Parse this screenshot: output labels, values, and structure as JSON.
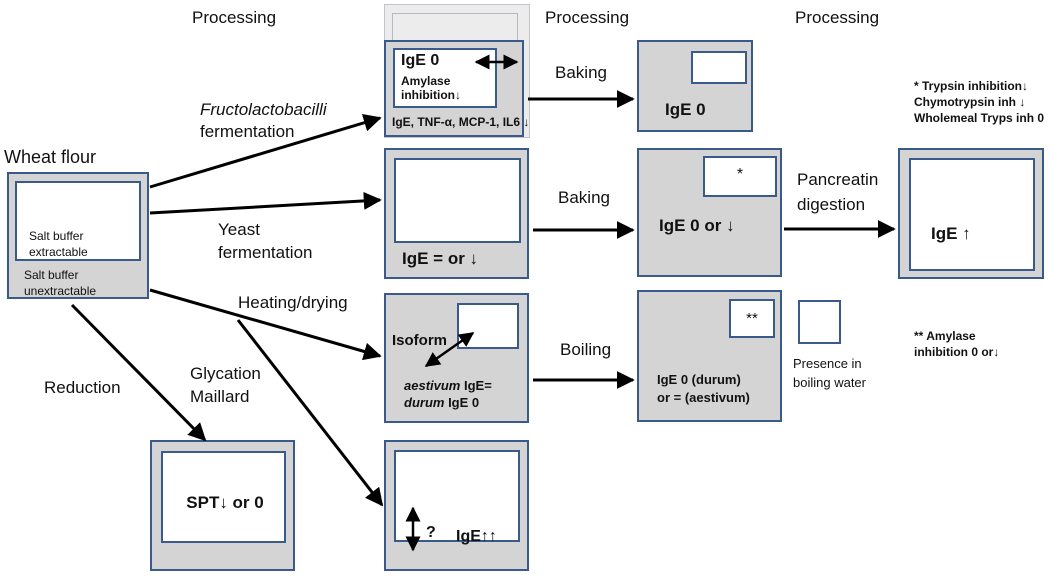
{
  "headers": {
    "col1": "Processing",
    "col2": "Processing",
    "col3": "Processing"
  },
  "source": {
    "title": "Wheat flour",
    "inner": "Salt buffer extractable",
    "outer": "Salt buffer unextractable"
  },
  "processes": {
    "fermentation_italic": "Fructolactobacilli",
    "fermentation": "fermentation",
    "yeast_line1": "Yeast",
    "yeast_line2": "fermentation",
    "heating": "Heating/drying",
    "reduction": "Reduction",
    "glycation_line1": "Glycation",
    "glycation_line2": "Maillard",
    "baking1": "Baking",
    "baking2": "Baking",
    "boiling": "Boiling",
    "pancreatin_line1": "Pancreatin",
    "pancreatin_line2": "digestion"
  },
  "boxes": {
    "fructo_ige": "IgE 0",
    "fructo_amylase_line1": "Amylase",
    "fructo_amylase_line2": "inhibition↓",
    "fructo_cytokines": "IgE, TNF-α, MCP-1, IL6 ↓",
    "baked1": "IgE 0",
    "yeast": "IgE = or ↓",
    "baked2": "IgE 0 or ↓",
    "baked2_mark": "*",
    "digested": "IgE ↑",
    "heat_isoform": "Isoform",
    "heat_aestivum_it": "aestivum",
    "heat_aestivum": " IgE=",
    "heat_durum_it": "durum",
    "heat_durum": " IgE 0",
    "boiled_line1": "IgE 0 (durum)",
    "boiled_line2": "or = (aestivum)",
    "boiled_mark": "**",
    "water_line1": "Presence in",
    "water_line2": "boiling water",
    "reduced": "SPT↓ or 0",
    "glycated_q": "?",
    "glycated": "IgE↑↑"
  },
  "notes": {
    "star_line1": "* Trypsin inhibition↓",
    "star_line2": "Chymotrypsin inh ↓",
    "star_line3": "Wholemeal Tryps inh 0",
    "dstar_line1": "** Amylase",
    "dstar_line2": "inhibition 0 or↓"
  },
  "colors": {
    "box_fill": "#d4d4d4",
    "border": "#3b5a8c",
    "arrow": "#000000"
  }
}
